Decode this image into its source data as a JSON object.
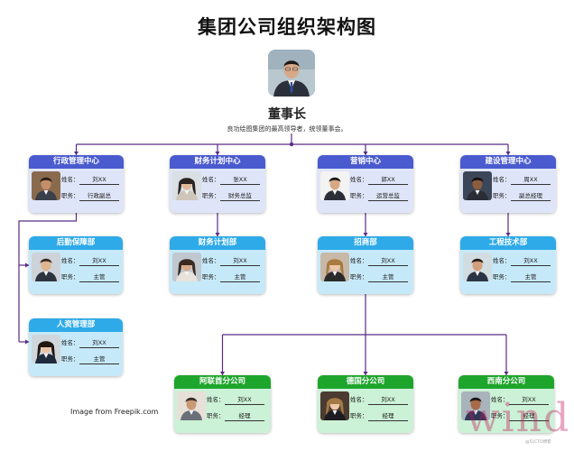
{
  "title": "集团公司组织架构图",
  "chairman": {
    "title": "董事长",
    "desc": "良功绘图集团的最高领导者，统领董事会。"
  },
  "labels": {
    "name": "姓名：",
    "role": "职务："
  },
  "departments": [
    {
      "id": "admin",
      "title": "行政管理中心",
      "name": "刘XX",
      "role": "行政副总",
      "color": "blue"
    },
    {
      "id": "finance",
      "title": "财务计划中心",
      "name": "张XX",
      "role": "财务总监",
      "color": "blue"
    },
    {
      "id": "marketing",
      "title": "营销中心",
      "name": "郭XX",
      "role": "运营总监",
      "color": "blue"
    },
    {
      "id": "construction",
      "title": "建设管理中心",
      "name": "周XX",
      "role": "副总经理",
      "color": "blue"
    },
    {
      "id": "logistics",
      "title": "后勤保障部",
      "name": "刘XX",
      "role": "主管",
      "color": "cyan"
    },
    {
      "id": "hr",
      "title": "人资管理部",
      "name": "刘XX",
      "role": "主管",
      "color": "cyan"
    },
    {
      "id": "finplan",
      "title": "财务计划部",
      "name": "刘XX",
      "role": "主管",
      "color": "cyan"
    },
    {
      "id": "bizdev",
      "title": "招商部",
      "name": "刘XX",
      "role": "主管",
      "color": "cyan"
    },
    {
      "id": "engineering",
      "title": "工程技术部",
      "name": "刘XX",
      "role": "主管",
      "color": "cyan"
    },
    {
      "id": "uae",
      "title": "阿联酋分公司",
      "name": "刘XX",
      "role": "经理",
      "color": "green"
    },
    {
      "id": "germany",
      "title": "德国分公司",
      "name": "刘XX",
      "role": "经理",
      "color": "green"
    },
    {
      "id": "southwest",
      "title": "西南分公司",
      "name": "刘XX",
      "role": "经理",
      "color": "green"
    }
  ],
  "credit": "Image from Freepik.com",
  "watermark": "wind",
  "watermark_small": "@51CTO博客",
  "colors": {
    "line": "#5b2a86",
    "blue": "#4a5bcf",
    "cyan": "#2eaae8",
    "green": "#1ea52c"
  }
}
